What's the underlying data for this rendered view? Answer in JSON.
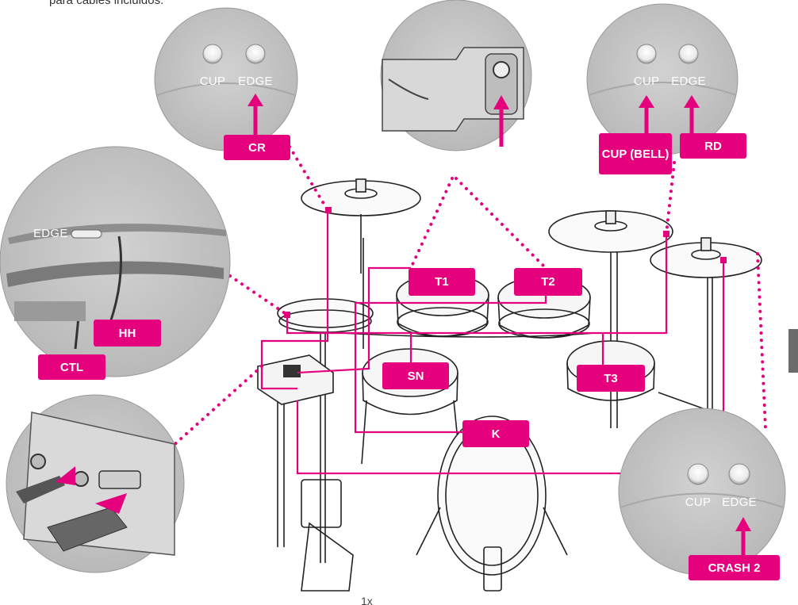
{
  "caption": "para cables incluidos.",
  "labels": {
    "cr": "CR",
    "cup_bell": "CUP (BELL)",
    "rd": "RD",
    "t1": "T1",
    "t2": "T2",
    "hh": "HH",
    "ctl": "CTL",
    "sn": "SN",
    "t3": "T3",
    "k": "K",
    "crash2": "CRASH 2"
  },
  "zoom_text": {
    "cup": "CUP",
    "edge": "EDGE",
    "hh_edge": "EDGE"
  },
  "page_mark": "1x",
  "colors": {
    "accent": "#e5007e",
    "zoom": "#c8c8c8",
    "line": "#222222"
  }
}
